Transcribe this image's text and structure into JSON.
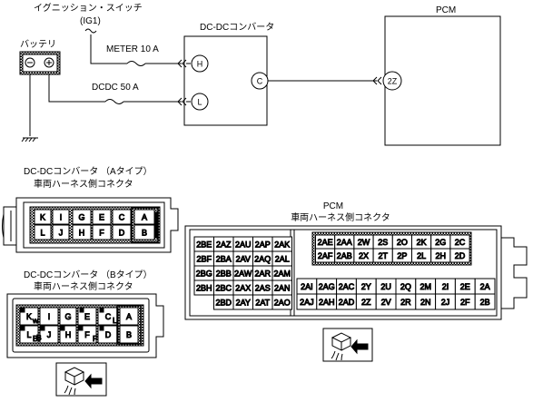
{
  "circuit": {
    "ignition_label": "イグニッション・スイッチ",
    "ignition_sub": "(IG1)",
    "battery_label": "バッテリ",
    "battery_minus": "⊖",
    "battery_plus": "⊕",
    "fuse1_label": "METER 10 A",
    "fuse2_label": "DCDC 50 A",
    "converter_label": "DC-DCコンバータ",
    "pin_h": "H",
    "pin_l": "L",
    "pin_c": "C",
    "pcm_label": "PCM",
    "pin_2z": "2Z"
  },
  "connector_a": {
    "title1": "DC-DCコンバータ （Aタイプ）",
    "title2": "車両ハーネス側コネクタ",
    "row1": [
      "K",
      "I",
      "G",
      "E",
      "C",
      "A"
    ],
    "row2": [
      "L",
      "J",
      "H",
      "F",
      "D",
      "B"
    ]
  },
  "connector_b": {
    "title1": "DC-DCコンバータ （Bタイプ）",
    "title2": "車両ハーネス側コネクタ",
    "row1": [
      "K",
      "I",
      "G",
      "E",
      "C",
      "A"
    ],
    "row2": [
      "L",
      "J",
      "H",
      "F",
      "D",
      "B"
    ],
    "subs": [
      "w",
      "B",
      "F",
      "L",
      "B"
    ]
  },
  "pcm_connector": {
    "title1": "PCM",
    "title2": "車両ハーネス側コネクタ",
    "left_rows": [
      [
        "2BE",
        "2AZ",
        "2AU",
        "2AP",
        "2AK"
      ],
      [
        "2BF",
        "2BA",
        "2AV",
        "2AQ",
        "2AL"
      ],
      [
        "2BG",
        "2BB",
        "2AW",
        "2AR",
        "2AM"
      ],
      [
        "2BH",
        "2BC",
        "2AX",
        "2AS",
        "2AN"
      ],
      [
        "",
        "2BD",
        "2AY",
        "2AT",
        "2AO"
      ]
    ],
    "right_rows": [
      [
        "2AE",
        "2AA",
        "2W",
        "2S",
        "2O",
        "2K",
        "2G",
        "2C"
      ],
      [
        "2AF",
        "2AB",
        "2X",
        "2T",
        "2P",
        "2L",
        "2H",
        "2D"
      ],
      [
        "2AI",
        "2AG",
        "2AC",
        "2Y",
        "2U",
        "2Q",
        "2M",
        "2I",
        "2E",
        "2A"
      ],
      [
        "2AJ",
        "2AH",
        "2AD",
        "2Z",
        "2V",
        "2R",
        "2N",
        "2J",
        "2F",
        "2B"
      ]
    ]
  }
}
